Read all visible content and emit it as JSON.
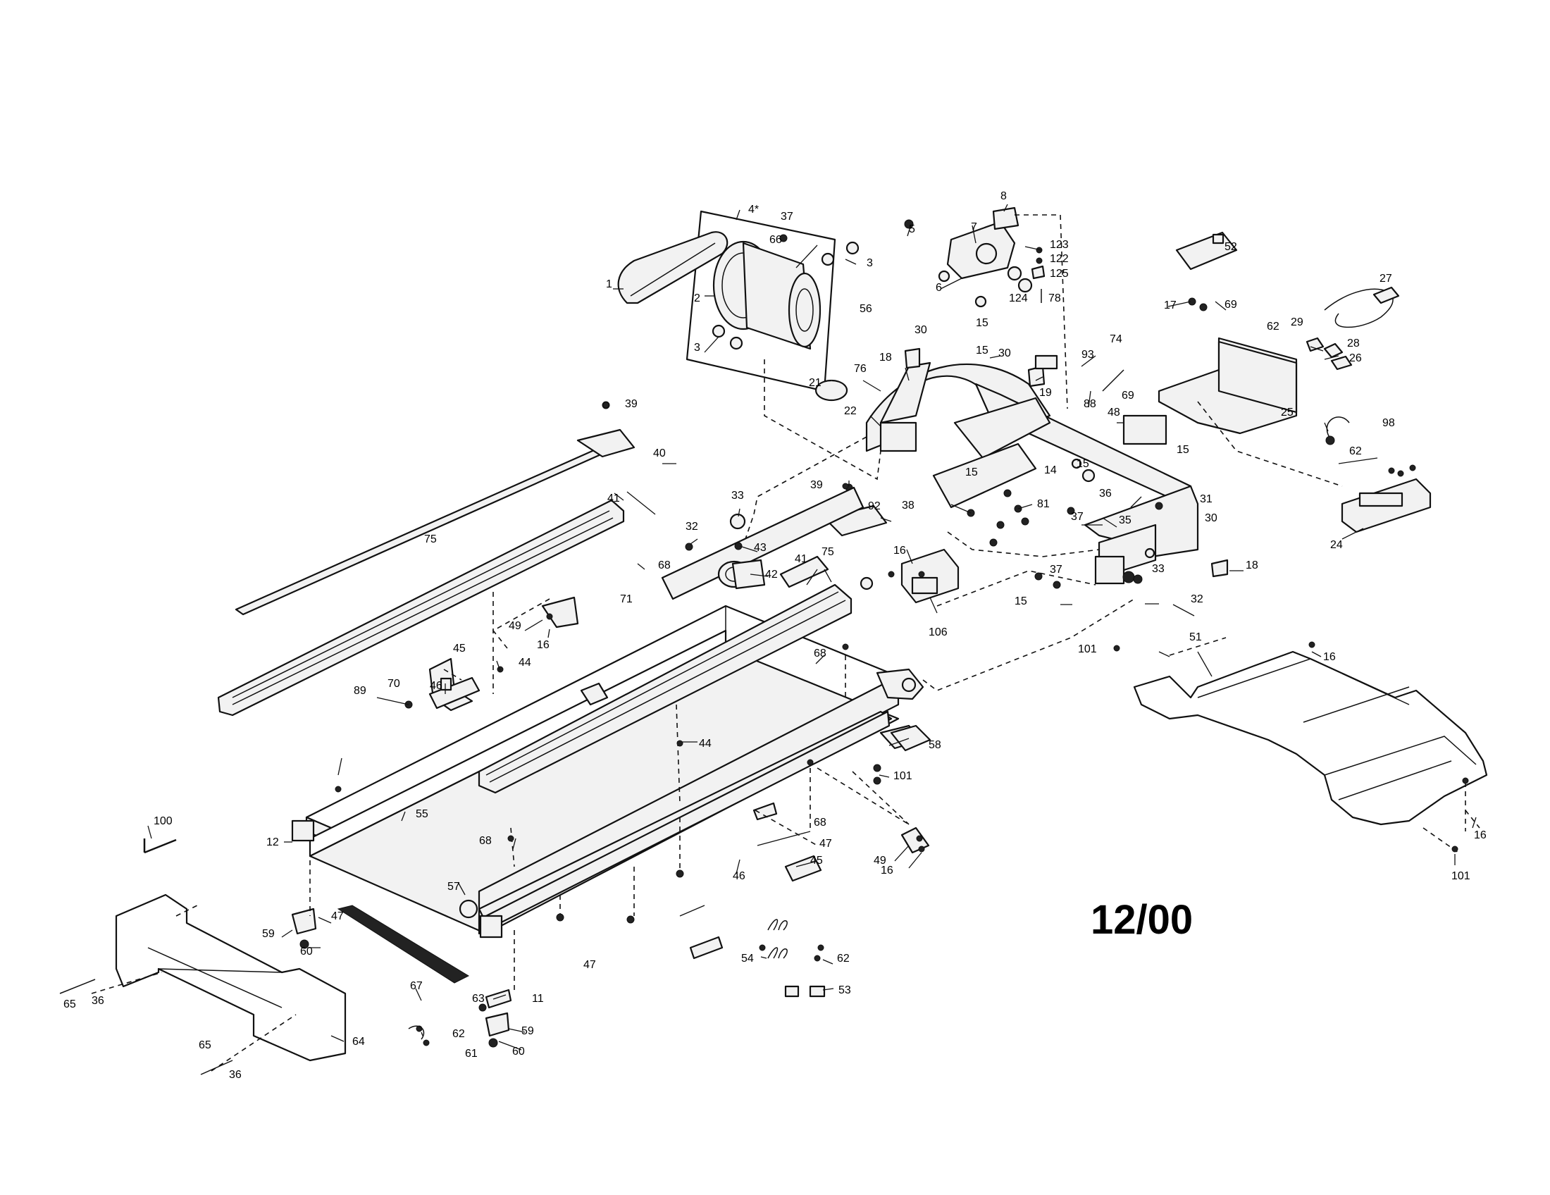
{
  "diagram": {
    "date_code": "12/00",
    "labels": [
      "1",
      "2",
      "3",
      "3",
      "4*",
      "37",
      "66",
      "5",
      "6",
      "7",
      "8",
      "123",
      "122",
      "125",
      "124",
      "15",
      "78",
      "52",
      "17",
      "27",
      "69",
      "62",
      "29",
      "28",
      "26",
      "25",
      "98",
      "62",
      "24",
      "56",
      "21",
      "76",
      "22",
      "18",
      "30",
      "15",
      "30",
      "19",
      "93",
      "74",
      "88",
      "48",
      "69",
      "15",
      "14",
      "15",
      "15",
      "38",
      "81",
      "36",
      "37",
      "35",
      "31",
      "30",
      "18",
      "33",
      "32",
      "37",
      "15",
      "39",
      "40",
      "75",
      "41",
      "39",
      "92",
      "33",
      "43",
      "32",
      "42",
      "16",
      "106",
      "68",
      "71",
      "41",
      "75",
      "49",
      "16",
      "45",
      "44",
      "46",
      "89",
      "70",
      "68",
      "58",
      "44",
      "101",
      "68",
      "55",
      "12",
      "47",
      "45",
      "46",
      "49",
      "16",
      "68",
      "57",
      "47",
      "59",
      "60",
      "67",
      "47",
      "63",
      "11",
      "59",
      "60",
      "62",
      "61",
      "64",
      "100",
      "65",
      "36",
      "65",
      "36",
      "54",
      "62",
      "53",
      "101",
      "51",
      "16",
      "16",
      "101"
    ]
  }
}
